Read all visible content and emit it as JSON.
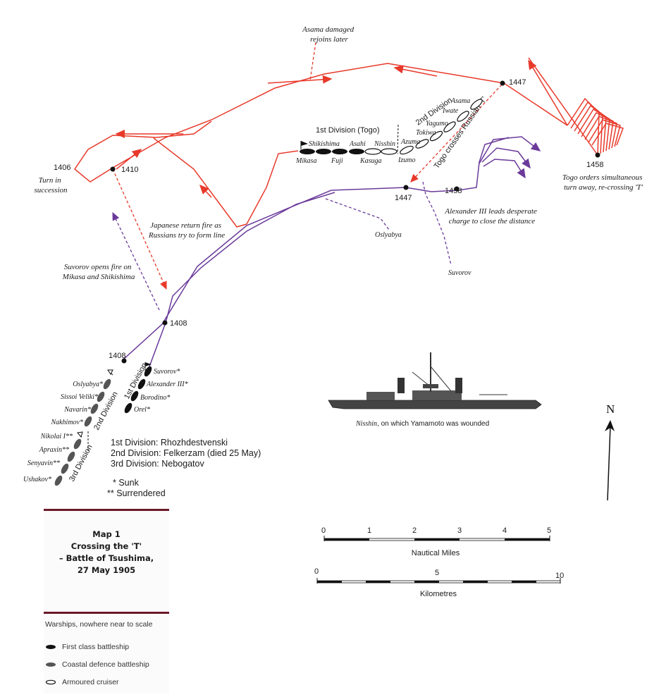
{
  "map": {
    "annotations": {
      "asama_damaged": [
        "Asama damaged",
        "rejoins later"
      ],
      "turn_in_succession": [
        "Turn in",
        "succession"
      ],
      "japanese_return_fire": [
        "Japanese return fire as",
        "Russians try to form line"
      ],
      "suvorov_opens_fire": [
        "Suvorov opens fire on",
        "Mikasa and Shikishima"
      ],
      "togo_crosses": "Togo crosses Russian 'T'",
      "alexander_charge": [
        "Alexander III leads desperate",
        "charge to close the distance"
      ],
      "togo_orders": [
        "Togo orders simultaneous",
        "turn away, re-crossing 'T'"
      ],
      "oslyabya_track": "Oslyabya",
      "suvorov_track": "Suvorov",
      "first_division_togo": "1st Division (Togo)",
      "second_division_jp": "2nd Division"
    },
    "times": {
      "t1406": "1406",
      "t1410": "1410",
      "t1447_jp": "1447",
      "t1458_jp": "1458",
      "t1447_ru": "1447",
      "t1458_ru": "1458",
      "t1408_main": "1408",
      "t1408_left": "1408"
    },
    "japanese_first_division": {
      "top": [
        "Shikishima",
        "Asahi",
        "Nisshin"
      ],
      "bottom": [
        "Mikasa",
        "Fuji",
        "Kasuga"
      ]
    },
    "japanese_second_division": [
      "Asama",
      "Iwate",
      "Yagumo",
      "Tokiwa",
      "Azuma",
      "Izumo"
    ],
    "russian_first_division": [
      "Suvorov*",
      "Alexander III*",
      "Borodino*",
      "Orel*"
    ],
    "russian_left_column": [
      "Oslyabya*",
      "Sissoi Veliki*",
      "Navarin*",
      "Nakhimov*",
      "Nikolai I**",
      "Apraxin**",
      "Senyavin**",
      "Ushakov*"
    ],
    "division_labels": {
      "first": "1st Division",
      "second": "2nd Division",
      "third": "3rd Division"
    },
    "division_commanders": [
      "1st Division:  Rhozhdestvenski",
      "2nd Division: Felkerzam (died 25 May)",
      "3rd Division:  Nebogatov"
    ],
    "symbols": [
      "*  Sunk",
      "**  Surrendered"
    ],
    "ship_caption": [
      "Nisshin",
      ", on which Yamamoto was wounded"
    ],
    "north": "N",
    "scales": {
      "nautical_ticks": [
        "0",
        "1",
        "2",
        "3",
        "4",
        "5"
      ],
      "nautical_label": "Nautical Miles",
      "km_ticks": [
        "0",
        "5",
        "10"
      ],
      "km_label": "Kilometres"
    },
    "colors": {
      "japanese_track": "#e8392a",
      "russian_track": "#6a3a9a",
      "legend_bar": "#6b1a2a"
    }
  },
  "legend": {
    "title": [
      "Map 1",
      "Crossing the 'T'",
      "– Battle of Tsushima,",
      "27 May 1905"
    ],
    "note": "Warships, nowhere near to scale",
    "items": [
      "First class battleship",
      "Coastal defence battleship",
      "Armoured cruiser"
    ]
  }
}
